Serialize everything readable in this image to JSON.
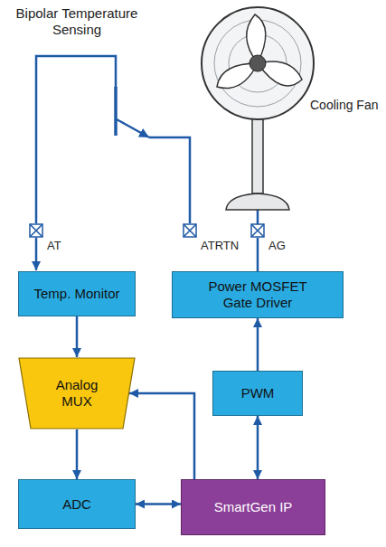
{
  "diagram": {
    "nodes": [
      {
        "text": [
          "Temp. Monitor"
        ]
      },
      {
        "text": [
          "Power MOSFET Gate Driver"
        ]
      },
      {
        "text": [
          "Analog MUX"
        ]
      },
      {
        "text": [
          "PWM"
        ]
      },
      {
        "text": [
          "ADC"
        ]
      },
      {
        "text": [
          "SmartGen IP"
        ]
      }
    ],
    "edges": [
      {
        "from": 0,
        "to": 2,
        "arrow": "to"
      },
      {
        "from": 2,
        "to": 4,
        "arrow": "to"
      },
      {
        "from": 4,
        "to": 5,
        "arrow": "both"
      },
      {
        "from": 5,
        "to": 2,
        "arrow": "to"
      },
      {
        "from": 3,
        "to": 5,
        "arrow": "both"
      },
      {
        "from": 3,
        "to": 1,
        "arrow": "to"
      }
    ],
    "labels": [
      "Bipolar Temperature Sensing",
      "Cooling Fan",
      "AT",
      "ATRTN",
      "AG"
    ]
  }
}
